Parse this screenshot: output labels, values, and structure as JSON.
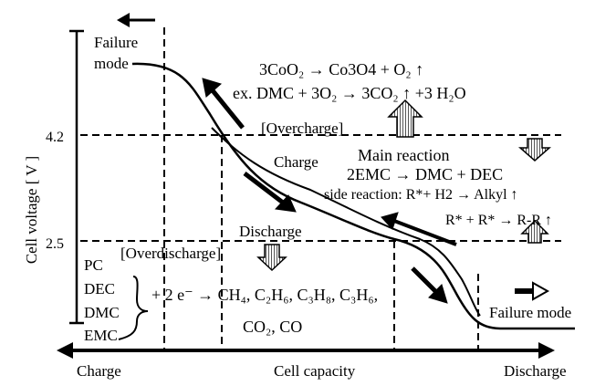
{
  "axes": {
    "y_label": "Cell voltage  [ V ]",
    "x_label": "Cell capacity",
    "x_left": "Charge",
    "x_right": "Discharge",
    "y_ticks": [
      "4.2",
      "2.5"
    ]
  },
  "labels": {
    "failure_mode_top_line1": "Failure",
    "failure_mode_top_line2": "mode",
    "failure_mode_bottom": "Failure mode",
    "overcharge": "[Overcharge]",
    "overdischarge": "[Overdischarge]",
    "charge": "Charge",
    "discharge": "Discharge"
  },
  "reactions": {
    "overcharge_1": "3CoO₂ → Co3O4 + O₂ ↑",
    "overcharge_2": "ex. DMC + 3O₂ → 3CO₂ ↑ +3 H₂O",
    "main_title": "Main reaction",
    "main_eq": "2EMC → DMC + DEC",
    "side_eq": "side reaction: R*+ H2 → Alkyl ↑",
    "rr_eq": "R* + R* → R-R ↑",
    "overdischarge_1": "+ 2 e⁻ → CH₄, C₂H₆, C₃H₈, C₃H₆,",
    "overdischarge_2": "CO₂, CO"
  },
  "solvents": [
    "PC",
    "DEC",
    "DMC",
    "EMC"
  ]
}
